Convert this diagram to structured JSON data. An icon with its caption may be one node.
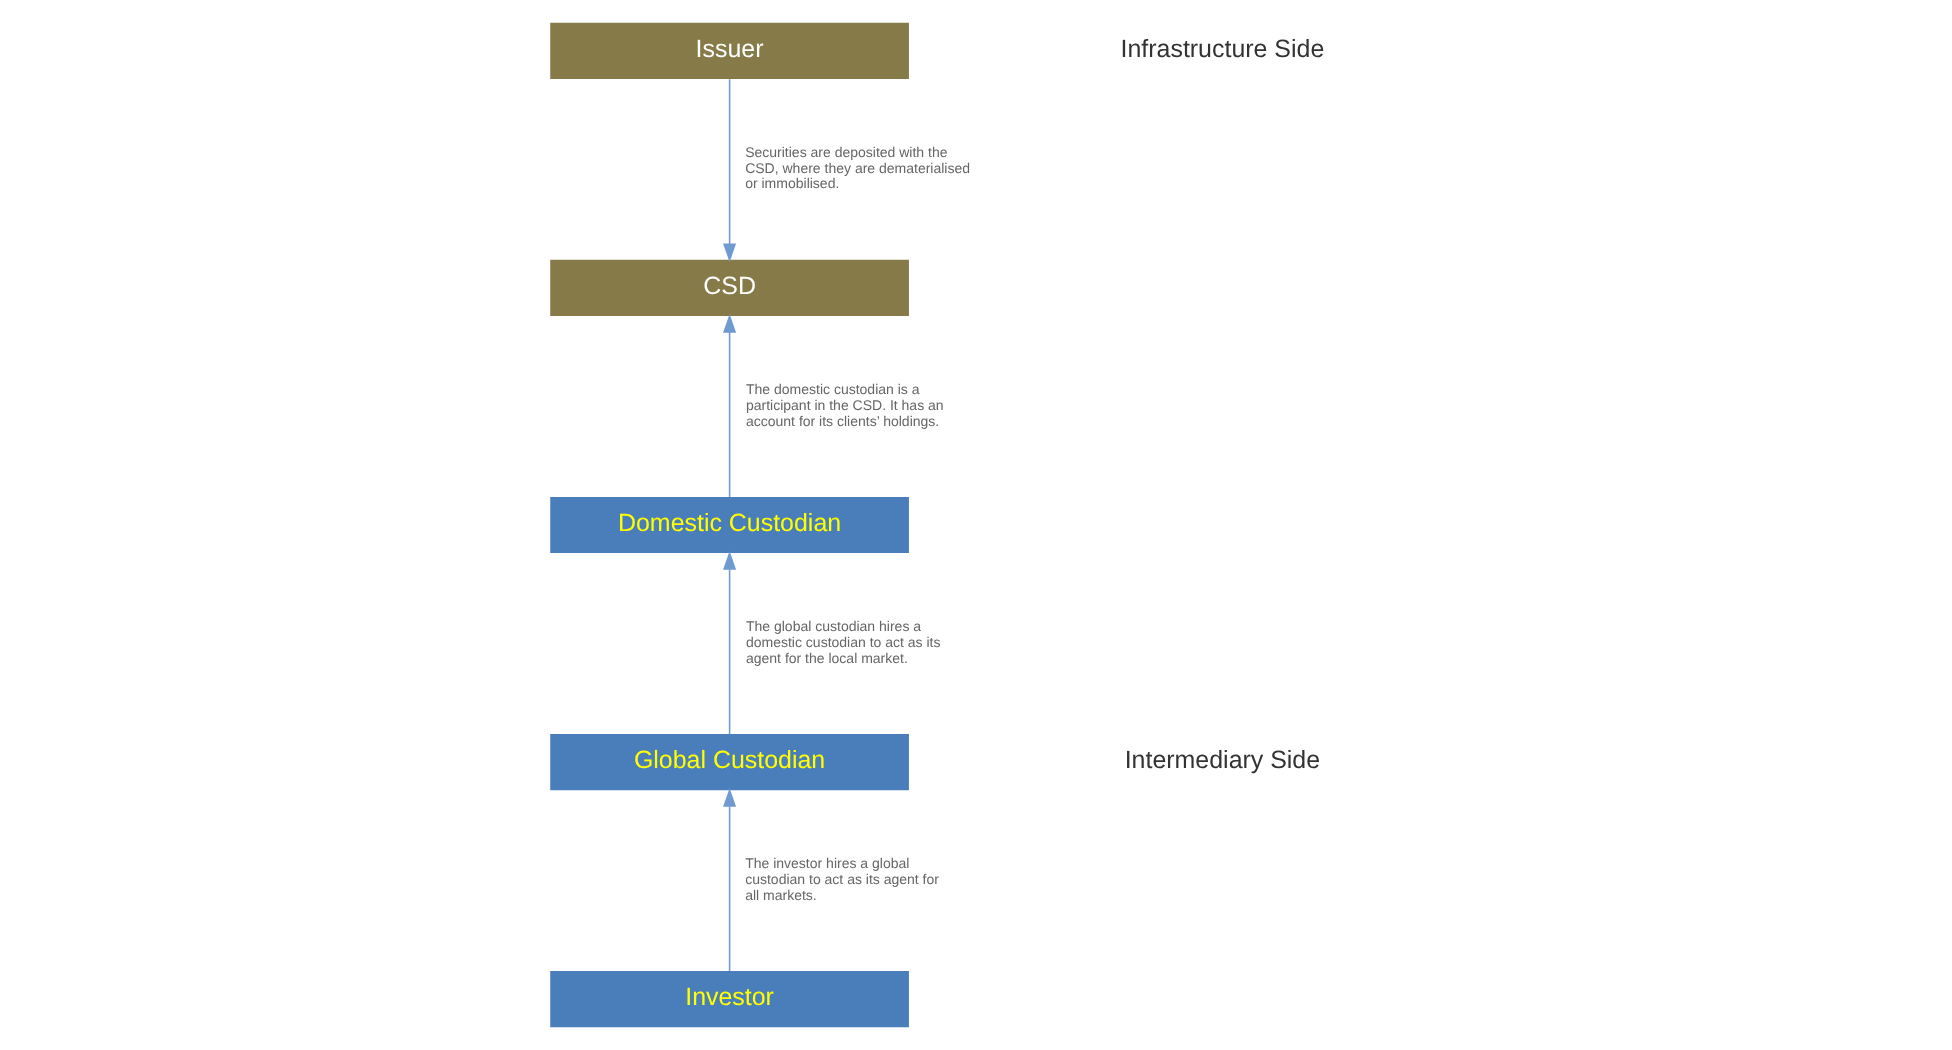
{
  "diagram": {
    "nodes": [
      {
        "text": [
          "Issuer"
        ]
      },
      {
        "text": [
          "CSD"
        ]
      },
      {
        "text": [
          "Domestic Custodian"
        ]
      },
      {
        "text": [
          "Global Custodian"
        ]
      },
      {
        "text": [
          "Investor"
        ]
      }
    ],
    "edges": [
      {
        "from": 0,
        "to": 1,
        "arrow": "to",
        "label": "Securities are deposited with the CSD, where they are dematerialised or immobilised."
      },
      {
        "from": 2,
        "to": 1,
        "arrow": "to",
        "label": "The domestic custodian is a participant in the CSD. It has an account for its clients’ holdings."
      },
      {
        "from": 3,
        "to": 2,
        "arrow": "to",
        "label": "The global custodian hires a domestic custodian to act as its agent for the local market."
      },
      {
        "from": 4,
        "to": 3,
        "arrow": "to",
        "label": "The investor hires a global custodian to act as its agent for all markets."
      }
    ],
    "labels": [
      "Infrastructure Side",
      "Intermediary Side"
    ]
  }
}
